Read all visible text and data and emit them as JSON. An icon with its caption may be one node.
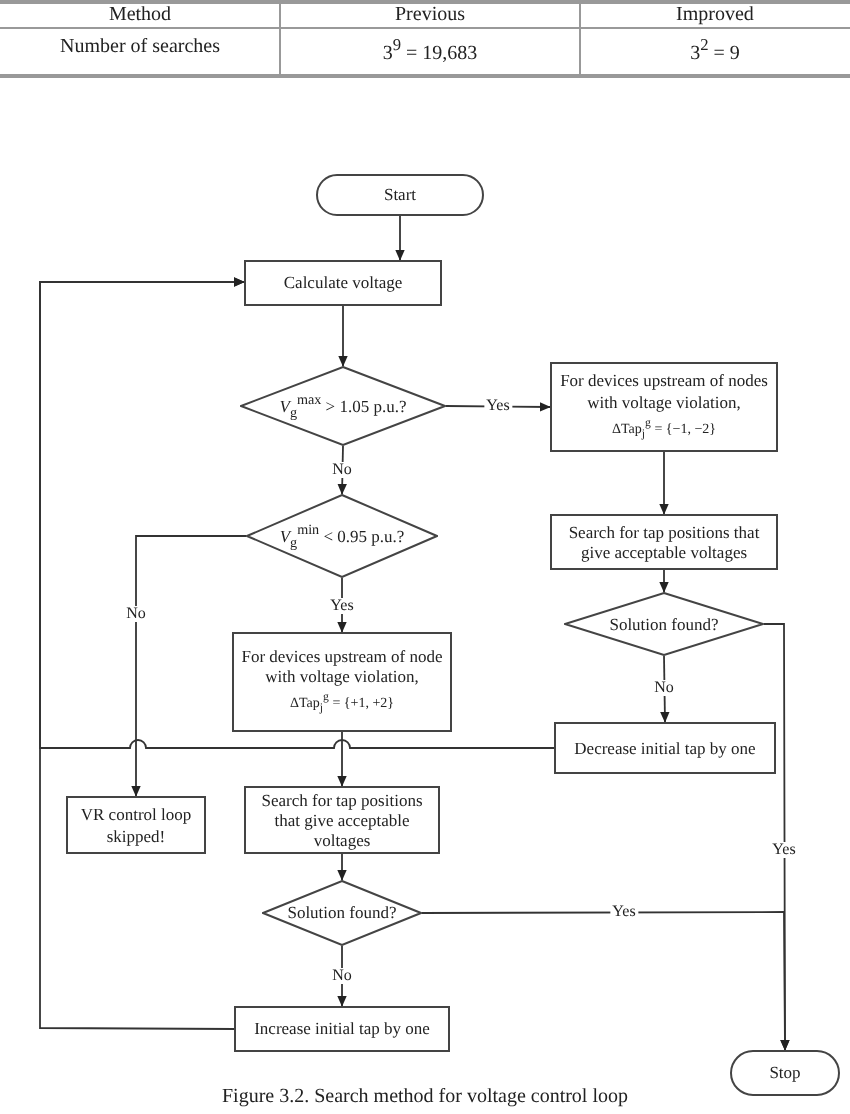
{
  "diagram": {
    "caption": "Figure 3.2. Search method for voltage control loop",
    "nodes": [
      {
        "text": [
          "Start"
        ]
      },
      {
        "text": [
          "Calculate voltage"
        ]
      },
      {
        "text": [
          "*V*$_{g}$$^{max}$ > 1.05 p.u.?"
        ]
      },
      {
        "text": [
          "For devices upstream of nodes with voltage violation,",
          "ΔTap$_{j}$$^{g}$ = {−1,   −2}"
        ]
      },
      {
        "text": [
          "Search for tap positions that give acceptable voltages"
        ]
      },
      {
        "text": [
          "Solution found?"
        ]
      },
      {
        "text": [
          "Decrease initial tap by one"
        ]
      },
      {
        "text": [
          "*V*$_{g}$$^{min}$ < 0.95 p.u.?"
        ]
      },
      {
        "text": [
          "For devices upstream of node with voltage violation,",
          "ΔTap$_{j}$$^{g}$ = {+1,   +2}"
        ]
      },
      {
        "text": [
          "VR control loop skipped!"
        ]
      },
      {
        "text": [
          "Search for tap positions that give acceptable voltages"
        ]
      },
      {
        "text": [
          "Solution found?"
        ]
      },
      {
        "text": [
          "Increase initial tap by one"
        ]
      },
      {
        "text": [
          "Stop"
        ]
      }
    ],
    "edges": [
      {
        "from": 0,
        "to": 1,
        "arrow": "to"
      },
      {
        "from": 1,
        "to": 2,
        "arrow": "to"
      },
      {
        "from": 2,
        "to": 3,
        "arrow": "to",
        "label": "Yes"
      },
      {
        "from": 3,
        "to": 4,
        "arrow": "to"
      },
      {
        "from": 4,
        "to": 5,
        "arrow": "to"
      },
      {
        "from": 5,
        "to": 6,
        "arrow": "to",
        "label": "No"
      },
      {
        "from": 5,
        "to": 13,
        "arrow": "to",
        "label": "Yes"
      },
      {
        "from": 6,
        "to": 1,
        "arrow": "to"
      },
      {
        "from": 2,
        "to": 7,
        "arrow": "to",
        "label": "No"
      },
      {
        "from": 7,
        "to": 8,
        "arrow": "to",
        "label": "Yes"
      },
      {
        "from": 7,
        "to": 9,
        "arrow": "to",
        "label": "No"
      },
      {
        "from": 8,
        "to": 10,
        "arrow": "to"
      },
      {
        "from": 10,
        "to": 11,
        "arrow": "to"
      },
      {
        "from": 11,
        "to": 13,
        "arrow": "to",
        "label": "Yes"
      },
      {
        "from": 11,
        "to": 12,
        "arrow": "to",
        "label": "No"
      },
      {
        "from": 12,
        "to": 1,
        "arrow": "to"
      }
    ],
    "labels": [
      "Method",
      "Previous",
      "Improved",
      "Number of searches",
      "3$^{9}$ = 19,683",
      "3$^{2}$ = 9"
    ]
  }
}
